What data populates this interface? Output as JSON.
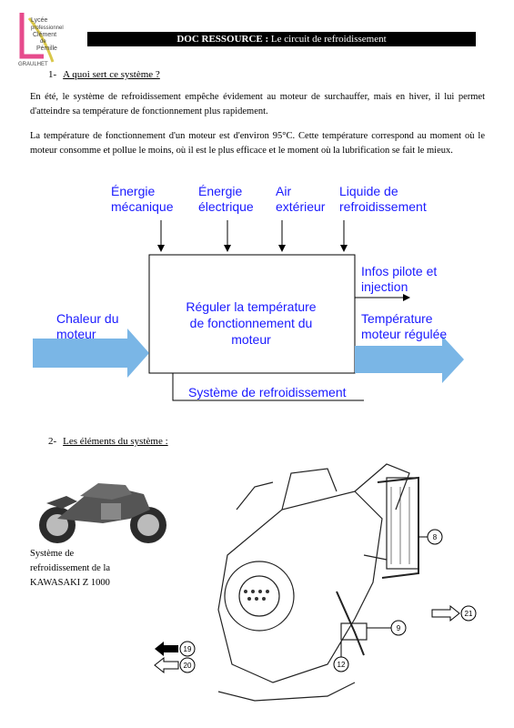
{
  "header": {
    "logo_lines": [
      "Lycée",
      "professionnel",
      "Clément",
      "de",
      "Pémille",
      "GRAULHET"
    ],
    "label": "DOC RESSOURCE :",
    "title": "Le circuit de refroidissement"
  },
  "section1": {
    "number": "1-",
    "title": "A quoi sert ce système ?"
  },
  "paragraph1": "En été, le système de refroidissement empêche évidement au moteur de surchauffer, mais en hiver, il lui permet d'atteindre sa température de fonctionnement plus rapidement.",
  "paragraph2": "La température de fonctionnement d'un moteur est d'environ 95°C. Cette température correspond au moment où le moteur consomme et pollue le moins, où il est le plus efficace et le moment où la lubrification se fait le mieux.",
  "diagram": {
    "inputs_top": [
      {
        "lines": [
          "Énergie",
          "mécanique"
        ]
      },
      {
        "lines": [
          "Énergie",
          "électrique"
        ]
      },
      {
        "lines": [
          "Air",
          "extérieur"
        ]
      },
      {
        "lines": [
          "Liquide de",
          "refroidissement"
        ]
      }
    ],
    "input_left": [
      "Chaleur du",
      "moteur"
    ],
    "function": [
      "Réguler la température",
      "de fonctionnement du",
      "moteur"
    ],
    "output_info": [
      "Infos pilote et",
      "injection"
    ],
    "output_main": [
      "Température",
      "moteur régulée"
    ],
    "support": "Système de refroidissement",
    "text_color": "#1a1aff",
    "arrow_color": "#7ab6e6"
  },
  "section2": {
    "number": "2-",
    "title": "Les éléments du système :"
  },
  "caption": [
    "Système de",
    "refroidissement de la",
    "KAWASAKI  Z 1000"
  ],
  "engine_callouts": [
    "8",
    "9",
    "12",
    "19",
    "20",
    "21"
  ]
}
